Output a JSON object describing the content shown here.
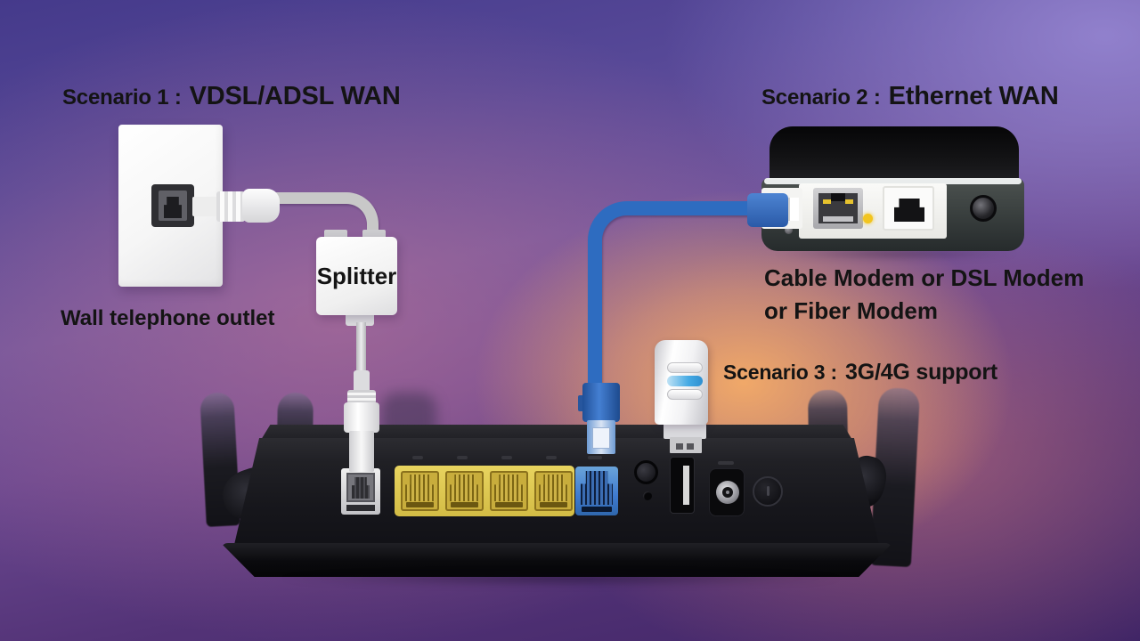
{
  "colors": {
    "text": "#141414",
    "lan_yellow": "#e8d45f",
    "wan_blue": "#3f7bd0",
    "cable_blue": "#2e6cc0",
    "cable_gray": "#c8c8c8",
    "led_yellow": "#f2c51f",
    "dongle_led": "#45aae4"
  },
  "scenario1": {
    "prefix": "Scenario 1 :",
    "title": "VDSL/ADSL WAN",
    "outlet_caption": "Wall telephone outlet",
    "splitter_label": "Splitter"
  },
  "scenario2": {
    "prefix": "Scenario 2 :",
    "title": "Ethernet WAN",
    "caption_line1": "Cable Modem or DSL Modem",
    "caption_line2": "or Fiber Modem"
  },
  "scenario3": {
    "prefix": "Scenario 3 :",
    "title": "3G/4G support"
  }
}
